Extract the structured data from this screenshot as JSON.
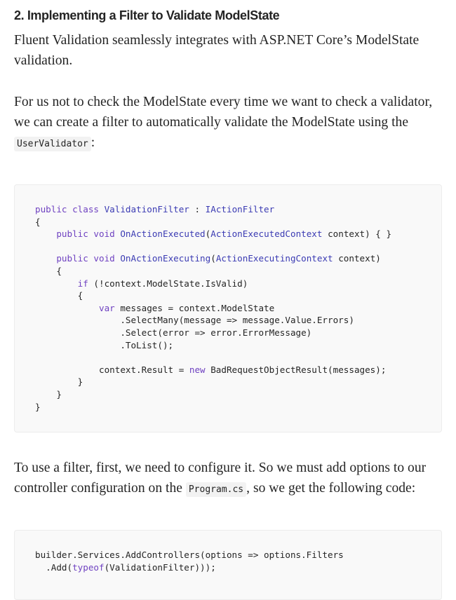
{
  "heading": "2. Implementing a Filter to Validate ModelState",
  "paragraphs": {
    "p1": "Fluent Validation seamlessly integrates with ASP.NET Core’s ModelState validation.",
    "p2_before": "For us not to check the ModelState every time we want to check a validator, we can create a filter to automatically validate the ModelState using the ",
    "p2_code": "UserValidator",
    "p2_after": ":",
    "p3_before": "To use a filter, first, we need to configure it. So we must add options to our controller configuration on the ",
    "p3_code": "Program.cs",
    "p3_after": ", so we get the following code:"
  },
  "code1": {
    "l1_a": "public class ",
    "l1_b": "ValidationFilter",
    "l1_c": " : ",
    "l1_d": "IActionFilter",
    "l2": "{",
    "l3_a": "    public void ",
    "l3_b": "OnActionExecuted",
    "l3_c": "(",
    "l3_d": "ActionExecutedContext",
    "l3_e": " context) { }",
    "l4": "",
    "l5_a": "    public void ",
    "l5_b": "OnActionExecuting",
    "l5_c": "(",
    "l5_d": "ActionExecutingContext",
    "l5_e": " context)",
    "l6": "    {",
    "l7_a": "        if",
    "l7_b": " (!context.ModelState.IsValid)",
    "l8": "        {",
    "l9_a": "            var",
    "l9_b": " messages = context.ModelState",
    "l10": "                .SelectMany(message => message.Value.Errors)",
    "l11": "                .Select(error => error.ErrorMessage)",
    "l12": "                .ToList();",
    "l13": "",
    "l14_a": "            context.Result = ",
    "l14_b": "new",
    "l14_c": " BadRequestObjectResult(messages);",
    "l15": "        }",
    "l16": "    }",
    "l17": "}"
  },
  "code2": {
    "l1": "builder.Services.AddControllers(options => options.Filters",
    "l2_a": "  .Add(",
    "l2_b": "typeof",
    "l2_c": "(ValidationFilter)));"
  }
}
